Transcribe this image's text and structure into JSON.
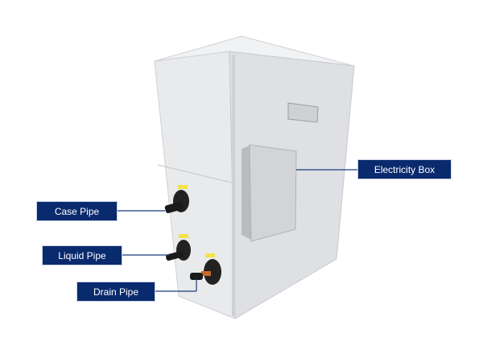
{
  "labels": {
    "electricity_box": "Electricity Box",
    "case_pipe": "Case Pipe",
    "liquid_pipe": "Liquid Pipe",
    "drain_pipe": "Drain Pipe"
  },
  "colors": {
    "label_bg": "#0a2a6e",
    "leader_line": "#1a3a80",
    "cabinet": "#e6e7e9"
  }
}
